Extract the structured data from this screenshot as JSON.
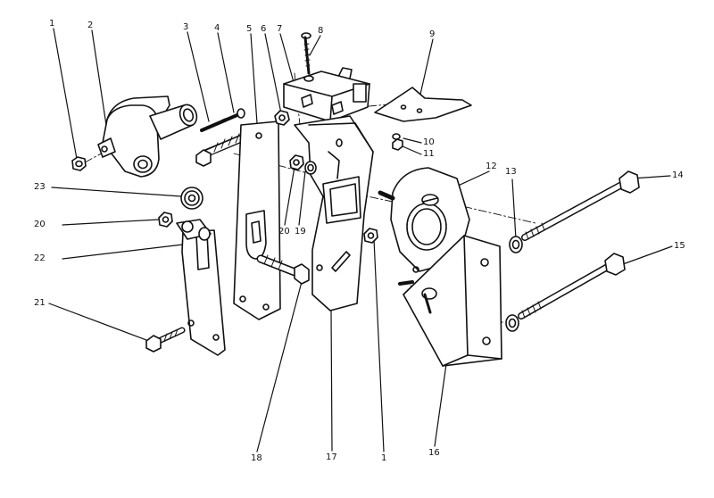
{
  "diagram": {
    "callouts": {
      "c1a": "1",
      "c2": "2",
      "c3": "3",
      "c4": "4",
      "c5": "5",
      "c6": "6",
      "c7": "7",
      "c8": "8",
      "c9": "9",
      "c10": "10",
      "c11": "11",
      "c12": "12",
      "c13": "13",
      "c14": "14",
      "c15": "15",
      "c16": "16",
      "c17": "17",
      "c18": "18",
      "c1b": "1",
      "c19": "19",
      "c20a": "20",
      "c20b": "20",
      "c21": "21",
      "c22": "22",
      "c23": "23"
    }
  }
}
